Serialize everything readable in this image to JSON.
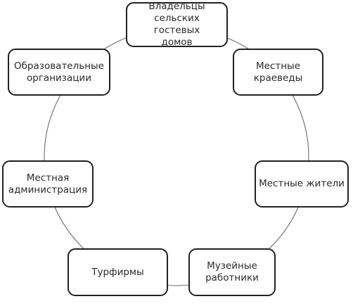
{
  "diagram": {
    "nodes": [
      {
        "id": "owners",
        "label": "Владельцы\nсельских гостевых\nдомов"
      },
      {
        "id": "kraeved",
        "label": "Местные\nкраеведы"
      },
      {
        "id": "jiteli",
        "label": "Местные жители"
      },
      {
        "id": "museum",
        "label": "Музейные\nработники"
      },
      {
        "id": "tour",
        "label": "Турфирмы"
      },
      {
        "id": "admin",
        "label": "Местная\nадминистрация"
      },
      {
        "id": "edu",
        "label": "Образовательные\nорганизации"
      }
    ],
    "colors": {
      "stroke": "#222222",
      "circle": "#6e6e6e",
      "text": "#2a2a2a",
      "background": "#ffffff"
    }
  }
}
